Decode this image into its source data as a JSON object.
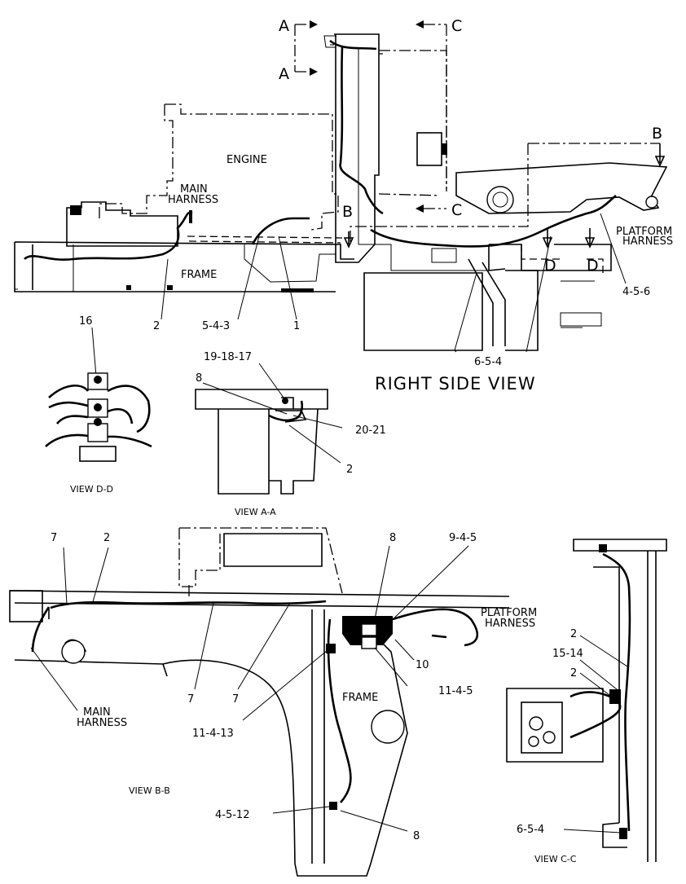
{
  "title": "RIGHT SIDE VIEW",
  "sections": {
    "a": "A",
    "b": "B",
    "c": "C",
    "d": "D"
  },
  "components": {
    "engine": "ENGINE",
    "main_harness_1": "MAIN",
    "main_harness_2": "HARNESS",
    "frame": "FRAME",
    "platform_harness_1": "PLATFORM",
    "platform_harness_2": "HARNESS"
  },
  "views": {
    "dd": "VIEW D-D",
    "aa": "VIEW A-A",
    "bb": "VIEW B-B",
    "cc": "VIEW C-C"
  },
  "callouts": {
    "rs_2": "2",
    "rs_5_4_3": "5-4-3",
    "rs_1": "1",
    "rs_6_5_4": "6-5-4",
    "rs_4_5_6": "4-5-6",
    "dd_16": "16",
    "aa_19_18_17": "19-18-17",
    "aa_8": "8",
    "aa_20_21": "20-21",
    "aa_2": "2",
    "bb_7_top": "7",
    "bb_2": "2",
    "bb_8_top": "8",
    "bb_9_4_5": "9-4-5",
    "bb_10": "10",
    "bb_11_4_5": "11-4-5",
    "bb_7_a": "7",
    "bb_7_b": "7",
    "bb_11_4_13": "11-4-13",
    "bb_4_5_12": "4-5-12",
    "bb_8_bottom": "8",
    "cc_2_a": "2",
    "cc_15_14": "15-14",
    "cc_2_b": "2",
    "cc_6_5_4": "6-5-4"
  }
}
